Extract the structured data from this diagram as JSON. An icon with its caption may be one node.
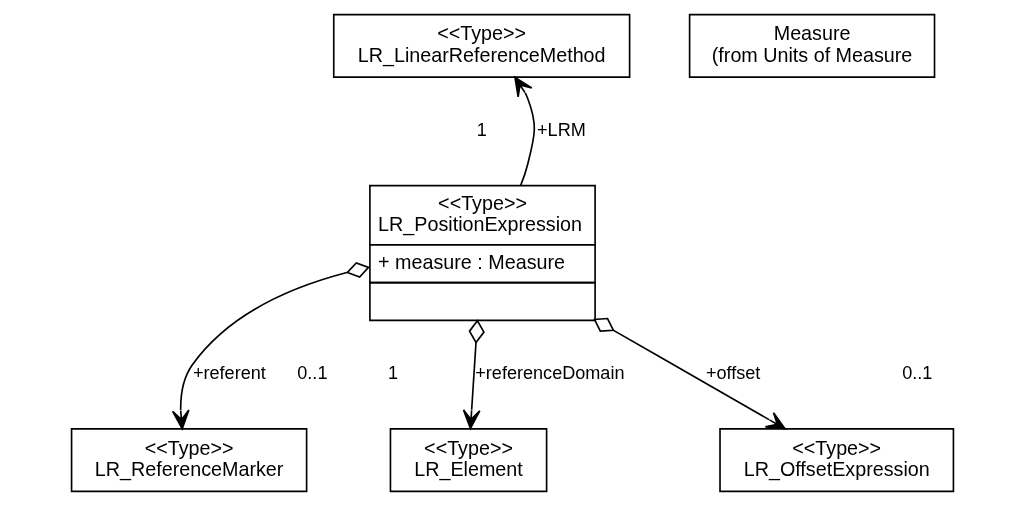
{
  "diagram": {
    "nodes": [
      {
        "text": [
          "<<Type>>",
          "LR_LinearReferenceMethod"
        ]
      },
      {
        "text": [
          "Measure",
          "(from Units of Measure"
        ]
      },
      {
        "text": [
          "<<Type>>",
          "LR_PositionExpression",
          "+ measure : Measure"
        ]
      },
      {
        "text": [
          "<<Type>>",
          "LR_ReferenceMarker"
        ]
      },
      {
        "text": [
          "<<Type>>",
          "LR_Element"
        ]
      },
      {
        "text": [
          "<<Type>>",
          "LR_OffsetExpression"
        ]
      }
    ],
    "edges": [
      {
        "from": 2,
        "to": 0,
        "arrow": "to",
        "label": "+LRM"
      },
      {
        "from": 2,
        "to": 3,
        "arrow": "to",
        "label": "+referent"
      },
      {
        "from": 2,
        "to": 4,
        "arrow": "to",
        "label": "+referenceDomain"
      },
      {
        "from": 2,
        "to": 5,
        "arrow": "to",
        "label": "+offset"
      }
    ],
    "labels": [
      "1",
      "0..1",
      "1",
      "0..1"
    ]
  }
}
